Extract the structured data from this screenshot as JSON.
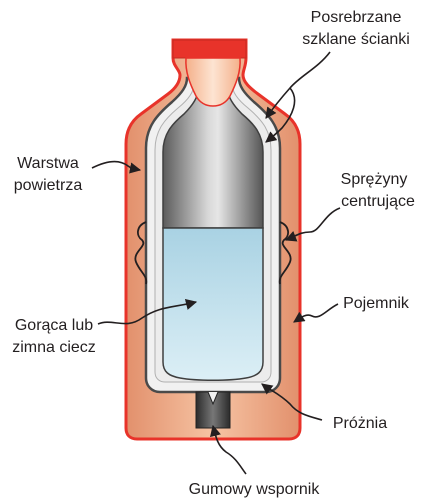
{
  "labels": {
    "walls_line1": "Posrebrzane",
    "walls_line2": "szklane ścianki",
    "air_line1": "Warstwa",
    "air_line2": "powietrza",
    "springs_line1": "Sprężyny",
    "springs_line2": "centrujące",
    "liquid_line1": "Gorąca lub",
    "liquid_line2": "zimna ciecz",
    "container": "Pojemnik",
    "vacuum": "Próżnia",
    "support": "Gumowy wspornik"
  },
  "colors": {
    "outline_red": "#e8332a",
    "container_fill": "#e8a07c",
    "inner_glow": "#f7c6a6",
    "glass_silver": "#f0f0f0",
    "liquid": "#bcdde9",
    "air_gray": "#9b9b9b"
  }
}
